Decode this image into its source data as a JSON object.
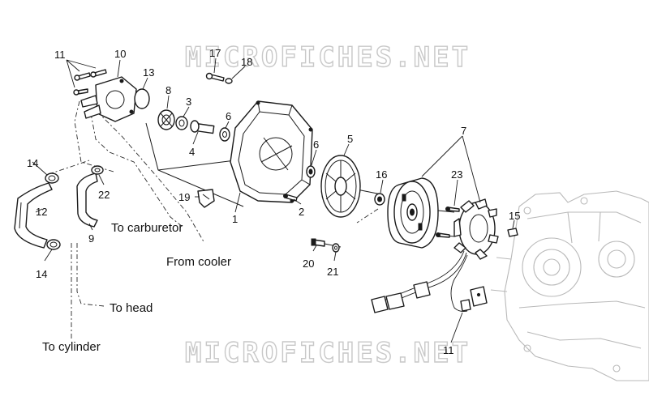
{
  "watermark": {
    "text": "MICROFICHES.NET",
    "color": "#c8c8c8"
  },
  "callouts": [
    {
      "id": "c1",
      "label": "1"
    },
    {
      "id": "c2",
      "label": "2"
    },
    {
      "id": "c3",
      "label": "3"
    },
    {
      "id": "c4",
      "label": "4"
    },
    {
      "id": "c5",
      "label": "5"
    },
    {
      "id": "c6a",
      "label": "6"
    },
    {
      "id": "c6b",
      "label": "6"
    },
    {
      "id": "c7",
      "label": "7"
    },
    {
      "id": "c8",
      "label": "8"
    },
    {
      "id": "c9",
      "label": "9"
    },
    {
      "id": "c10",
      "label": "10"
    },
    {
      "id": "c11a",
      "label": "11"
    },
    {
      "id": "c11b",
      "label": "11"
    },
    {
      "id": "c12",
      "label": "12"
    },
    {
      "id": "c13",
      "label": "13"
    },
    {
      "id": "c14a",
      "label": "14"
    },
    {
      "id": "c14b",
      "label": "14"
    },
    {
      "id": "c15",
      "label": "15"
    },
    {
      "id": "c16",
      "label": "16"
    },
    {
      "id": "c17",
      "label": "17"
    },
    {
      "id": "c18",
      "label": "18"
    },
    {
      "id": "c19",
      "label": "19"
    },
    {
      "id": "c20",
      "label": "20"
    },
    {
      "id": "c21",
      "label": "21"
    },
    {
      "id": "c22",
      "label": "22"
    },
    {
      "id": "c23",
      "label": "23"
    }
  ],
  "routes": {
    "carburetor": "To carburetor",
    "cooler": "From cooler",
    "head": "To head",
    "cylinder": "To cylinder"
  }
}
